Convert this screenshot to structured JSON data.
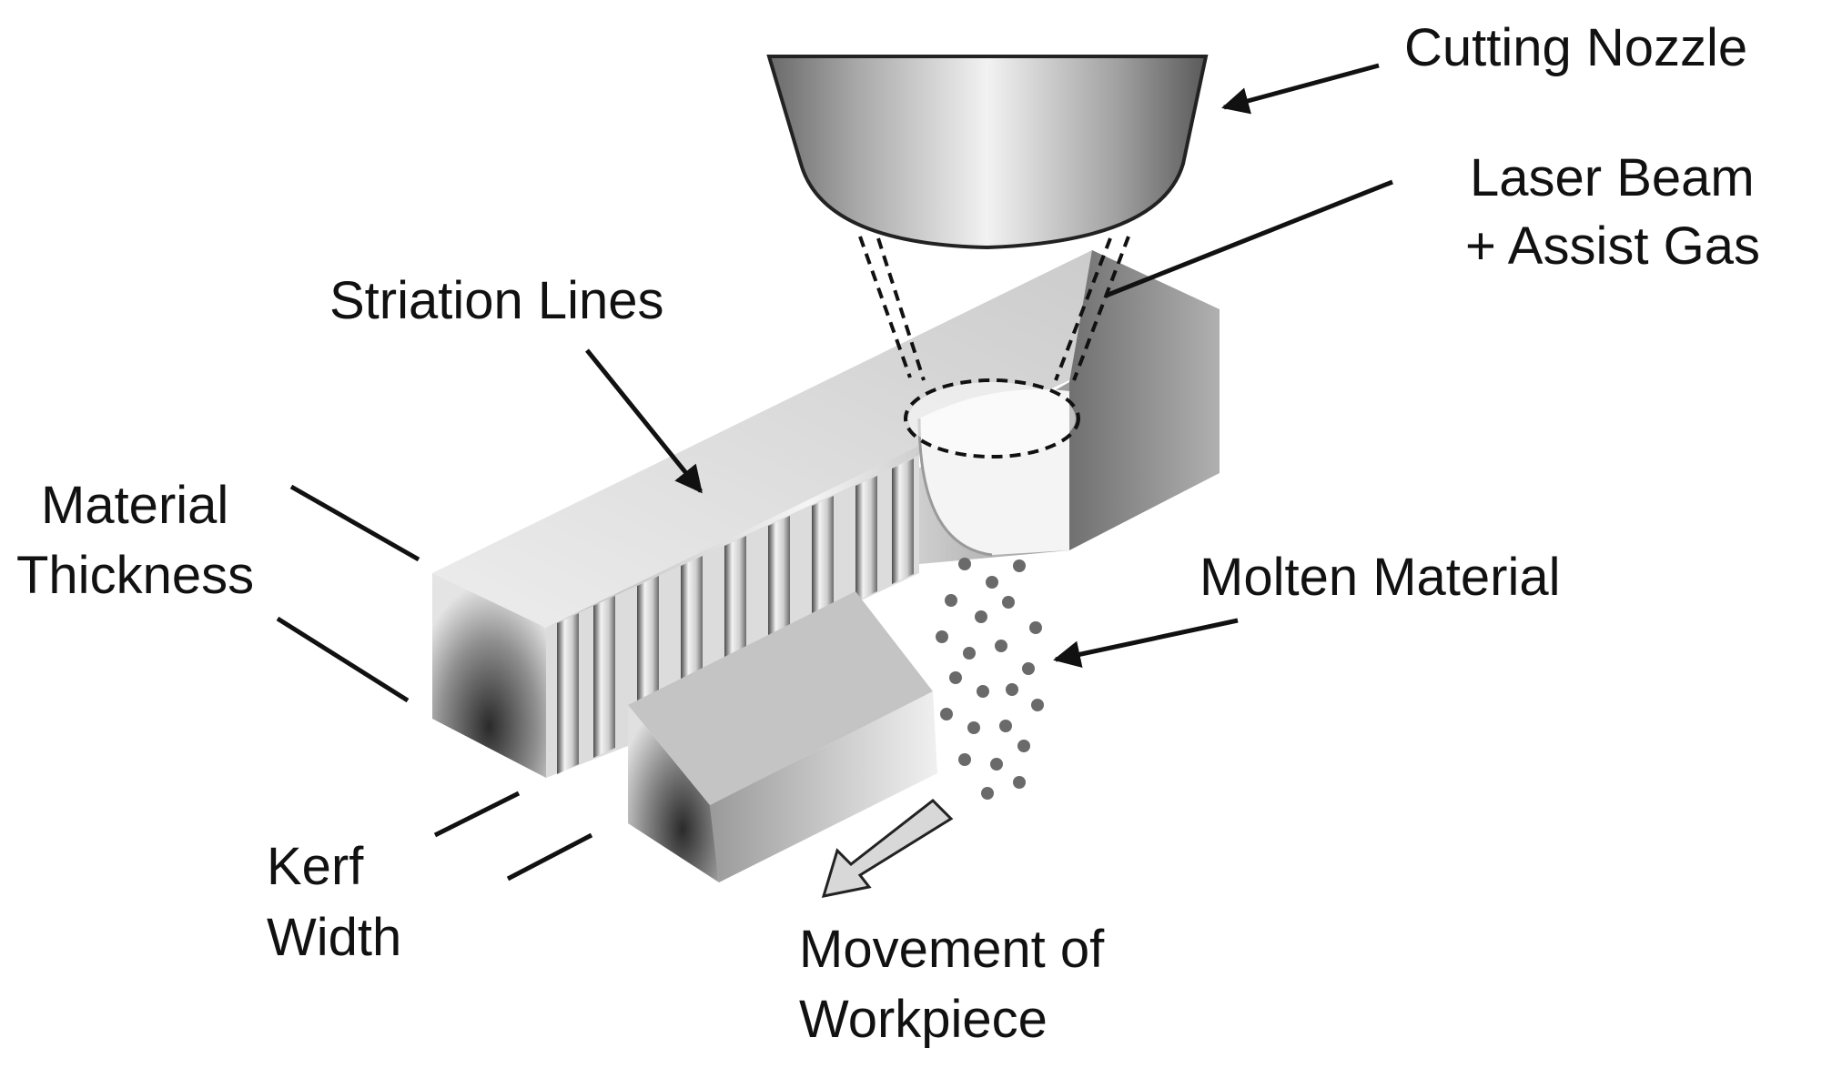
{
  "labels": {
    "cutting_nozzle": "Cutting Nozzle",
    "laser_beam_line1": "Laser Beam",
    "laser_beam_line2": "+ Assist Gas",
    "striation_lines": "Striation Lines",
    "material_thickness_line1": "Material",
    "material_thickness_line2": "Thickness",
    "molten_material": "Molten Material",
    "kerf_width_line1": "Kerf",
    "kerf_width_line2": "Width",
    "movement_line1": "Movement of",
    "movement_line2": "Workpiece"
  }
}
